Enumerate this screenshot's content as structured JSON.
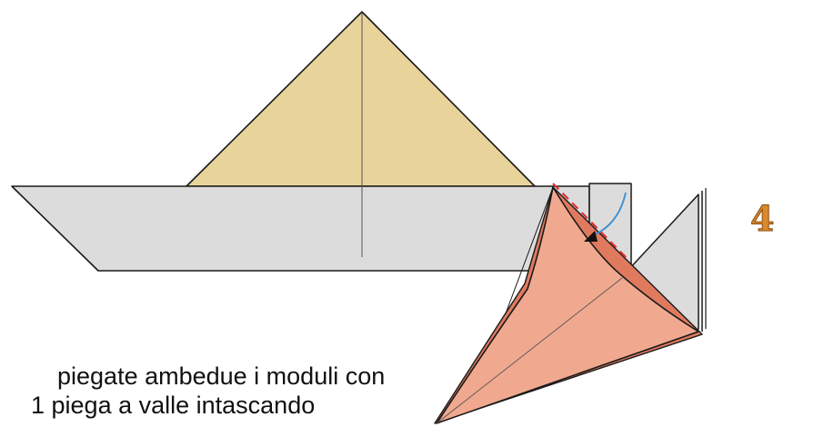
{
  "step": {
    "number": "4"
  },
  "caption": {
    "line1": "piegate ambedue i moduli con",
    "line2": "1 piega a valle intascando"
  },
  "colors": {
    "sail": "#e8d39b",
    "hull": "#dcdcdc",
    "module_front": "#f0a98f",
    "module_back": "#e07a5f",
    "valley_fold_line": "#e03030",
    "arrow": "#3a8fd0",
    "outline": "#1a1a1a",
    "step_number": "#d98a2b"
  },
  "icons": {
    "arrow": "fold-arrow-icon"
  }
}
